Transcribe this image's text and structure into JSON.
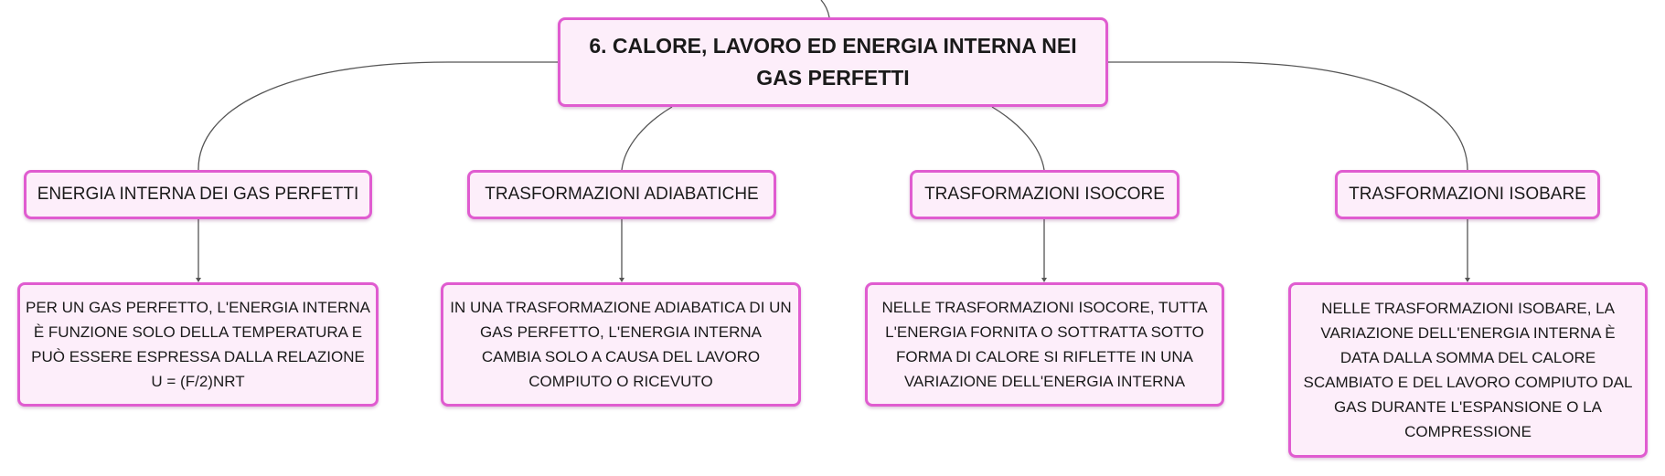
{
  "root": {
    "title": "6. CALORE, LAVORO ED ENERGIA INTERNA NEI GAS PERFETTI"
  },
  "topics": [
    {
      "label": "ENERGIA INTERNA DEI GAS PERFETTI",
      "detail": "PER UN GAS PERFETTO, L'ENERGIA INTERNA È FUNZIONE SOLO DELLA TEMPERATURA E PUÒ ESSERE ESPRESSA DALLA RELAZIONE U = (F/2)NRT"
    },
    {
      "label": "TRASFORMAZIONI ADIABATICHE",
      "detail": "IN UNA TRASFORMAZIONE ADIABATICA DI UN GAS PERFETTO, L'ENERGIA INTERNA CAMBIA SOLO A CAUSA DEL LAVORO COMPIUTO O RICEVUTO"
    },
    {
      "label": "TRASFORMAZIONI ISOCORE",
      "detail": "NELLE TRASFORMAZIONI ISOCORE, TUTTA L'ENERGIA FORNITA O SOTTRATTA SOTTO FORMA DI CALORE SI RIFLETTE IN UNA VARIAZIONE DELL'ENERGIA INTERNA"
    },
    {
      "label": "TRASFORMAZIONI ISOBARE",
      "detail": "NELLE TRASFORMAZIONI ISOBARE, LA VARIAZIONE DELL'ENERGIA INTERNA È DATA DALLA SOMMA DEL CALORE SCAMBIATO E DEL LAVORO COMPIUTO DAL GAS DURANTE L'ESPANSIONE O LA COMPRESSIONE"
    }
  ],
  "colors": {
    "node_fill": "#fdeefa",
    "node_border": "#e05cd0",
    "connector": "#555555"
  }
}
